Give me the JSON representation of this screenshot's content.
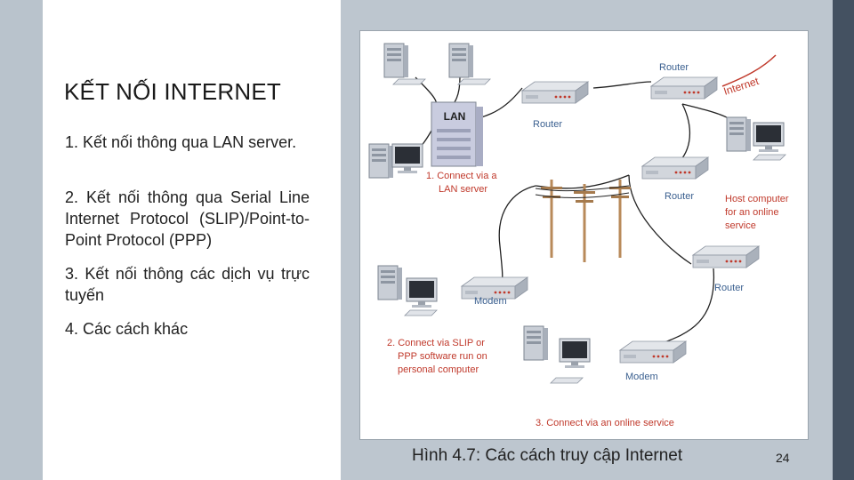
{
  "slide": {
    "title": "KẾT NỐI INTERNET",
    "items": [
      "1. Kết nối thông  qua LAN server.",
      "2. Kết nối thông qua Serial Line Internet Protocol (SLIP)/Point-to-Point Protocol (PPP)",
      "3. Kết nối thông các dịch vụ trực tuyến",
      "4. Các cách khác"
    ],
    "caption": "Hình 4.7: Các cách truy cập Internet",
    "page_number": "24"
  },
  "diagram": {
    "internet_label": "Internet",
    "lan_label": "LAN",
    "labels": {
      "router_top": "Router",
      "router_lan": "Router",
      "router_mid": "Router",
      "router_online": "Router",
      "modem_left": "Modem",
      "modem_right": "Modem",
      "host_line1": "Host computer",
      "host_line2": "for an online",
      "host_line3": "service",
      "caption1_line1": "1. Connect via a",
      "caption1_line2": "LAN server",
      "caption2_line1": "2. Connect via SLIP or",
      "caption2_line2": "PPP software run on",
      "caption2_line3": "personal computer",
      "caption3": "3. Connect via an online service"
    },
    "colors": {
      "label_red": "#c0392b",
      "label_blue": "#3a5f8f",
      "internet_red": "#c0392b",
      "cable": "#222222"
    }
  }
}
